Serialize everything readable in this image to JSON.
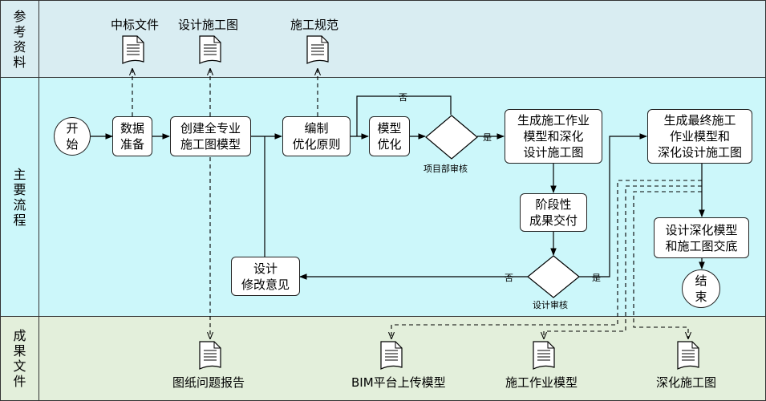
{
  "lanes": {
    "reference": "参考资料",
    "process": "主要流程",
    "output": "成果文件"
  },
  "docs": {
    "bid_file": "中标文件",
    "design_drawing": "设计施工图",
    "construction_spec": "施工规范",
    "drawing_issue_report": "图纸问题报告",
    "bim_upload_model": "BIM平台上传模型",
    "construction_model": "施工作业模型",
    "deepened_drawing": "深化施工图"
  },
  "nodes": {
    "start": "开\n始",
    "data_prep": "数据\n准备",
    "create_model": "创建全专业\n施工图模型",
    "optimize_principle": "编制\n优化原则",
    "model_optimize": "模型\n优化",
    "generate_model": "生成施工作业\n模型和深化\n设计施工图",
    "phase_delivery": "阶段性\n成果交付",
    "final_model": "生成最终施工\n作业模型和\n深化设计施工图",
    "deep_handover": "设计深化模型\n和施工图交底",
    "design_revise": "设计\n修改意见",
    "end": "结\n束"
  },
  "decisions": {
    "project_review": "项目部审核",
    "design_review": "设计审核"
  },
  "edge_labels": {
    "no_top": "否",
    "yes_project": "是",
    "no_design": "否",
    "yes_design": "是"
  },
  "colors": {
    "reference_lane": "#d9edf2",
    "process_lane": "#ccf7fa",
    "output_lane": "#e3efdb"
  }
}
